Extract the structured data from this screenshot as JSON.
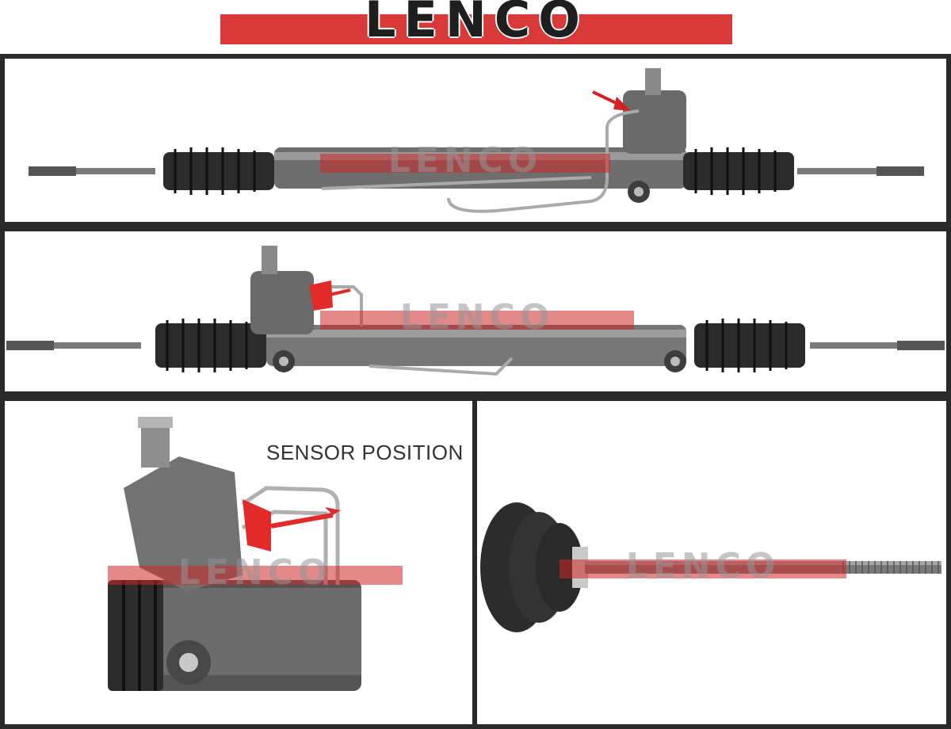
{
  "brand": {
    "logo_text": "LENCO",
    "accent_color": "#d83a3a"
  },
  "watermark": {
    "text": "LENCO"
  },
  "panels": [
    {
      "caption": ""
    },
    {
      "caption": ""
    },
    {
      "caption": "SENSOR POSITION"
    },
    {
      "caption": ""
    }
  ]
}
